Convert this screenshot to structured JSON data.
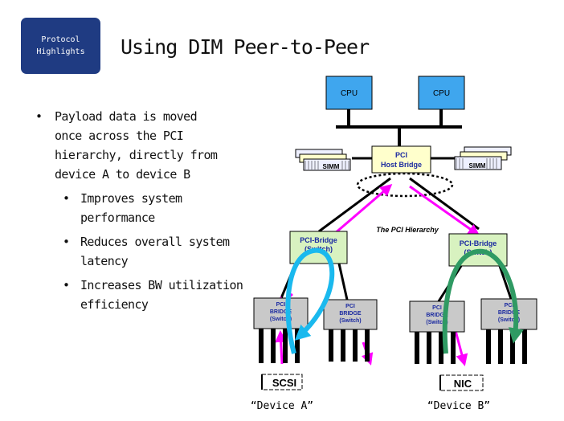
{
  "badge": {
    "line1": "Protocol",
    "line2": "Highlights"
  },
  "title": "Using DIM Peer-to-Peer",
  "bullets": {
    "main": [
      "Payload data is moved",
      "once across the PCI",
      "hierarchy, directly from",
      "device A to device B"
    ],
    "subs": [
      [
        "Improves system",
        "performance"
      ],
      [
        "Reduces overall system",
        "latency"
      ],
      [
        "Increases BW utilization",
        "efficiency"
      ]
    ]
  },
  "diagram": {
    "cpu1": "CPU",
    "cpu2": "CPU",
    "host_bridge": [
      "PCI",
      "Host Bridge"
    ],
    "simm_left": "SIMM",
    "simm_right": "SIMM",
    "hierarchy_label": "The PCI Hierarchy",
    "bridge_left": [
      "PCI-Bridge",
      "(Switch)"
    ],
    "bridge_right": [
      "PCI-Bridge",
      "(Switch)"
    ],
    "leaf_bridge": [
      "PCI",
      "BRIDGE",
      "(Switch)"
    ],
    "device_a_box": "SCSI",
    "device_b_box": "NIC",
    "device_a_label": "“Device A”",
    "device_b_label": "“Device B”"
  },
  "colors": {
    "badge": "#1f3b82",
    "cpu": "#3fa6ee",
    "bridge_yellow": "#ffffcc",
    "bridge_green": "#d8f2c0",
    "leaf_gray": "#c9c9c9",
    "magenta": "#ff00ff",
    "cyan": "#1ab9ee",
    "green": "#2f9a63"
  }
}
